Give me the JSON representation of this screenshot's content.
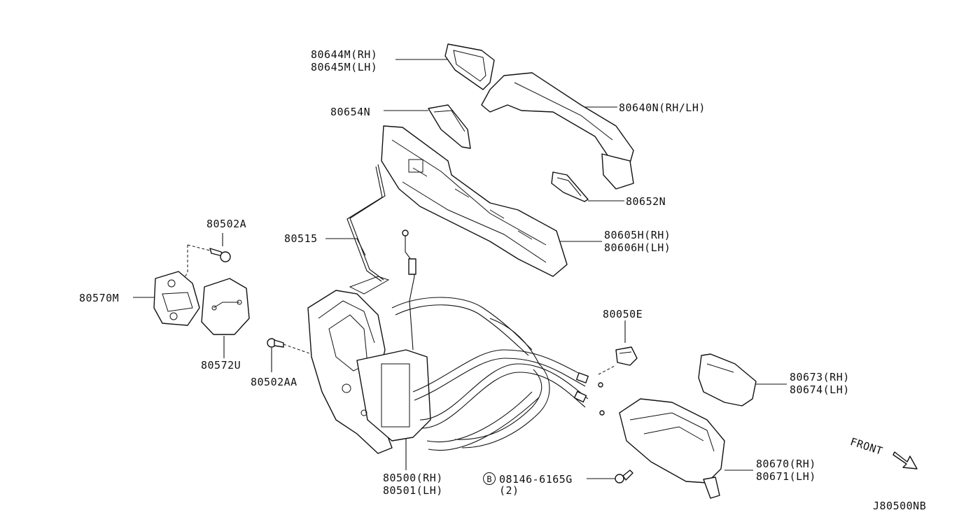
{
  "labels": {
    "p80644m": "80644M(RH)",
    "p80645m": "80645M(LH)",
    "p80640n": "80640N(RH/LH)",
    "p80654n": "80654N",
    "p80652n": "80652N",
    "p80605h": "80605H(RH)",
    "p80606h": "80606H(LH)",
    "p80502a": "80502A",
    "p80515": "80515",
    "p80570m": "80570M",
    "p80572u": "80572U",
    "p80502aa": "80502AA",
    "p80050e": "80050E",
    "p80673": "80673(RH)",
    "p80674": "80674(LH)",
    "p80670": "80670(RH)",
    "p80671": "80671(LH)",
    "p80500": "80500(RH)",
    "p80501": "80501(LH)",
    "bolt_code": "08146-6165G",
    "bolt_qty": "(2)",
    "bolt_symbol": "B",
    "front": "FRONT",
    "diagram_id": "J80500NB"
  },
  "colors": {
    "line": "#111111",
    "background": "#ffffff"
  },
  "icons": {
    "front_arrow": "arrow-down-right-icon",
    "bolt_marker": "circled-b-icon"
  }
}
